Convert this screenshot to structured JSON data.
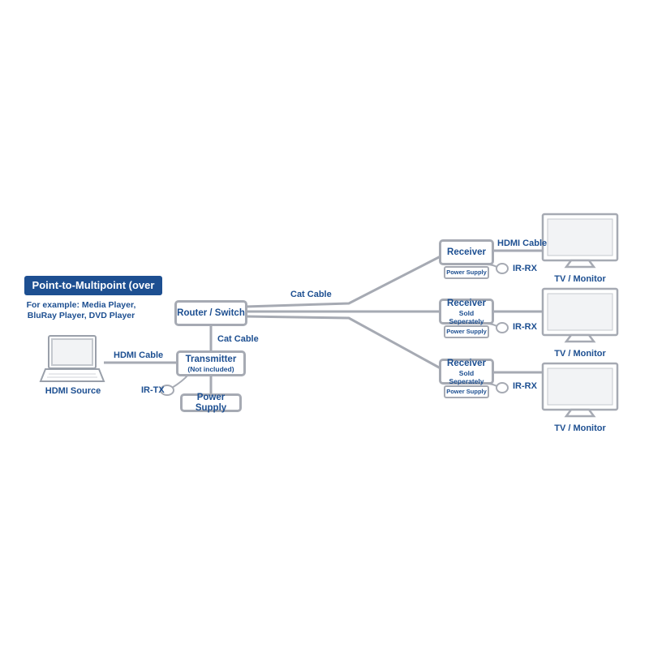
{
  "title": "Point-to-Multipoint (over IP)",
  "example_note": "For example: Media Player, BluRay Player, DVD Player",
  "hdmi_source_label": "HDMI Source",
  "hdmi_cable_label_left": "HDMI Cable",
  "transmitter": {
    "label": "Transmitter",
    "sub": "(Not included)"
  },
  "ir_tx_label": "IR-TX",
  "power_supply_label": "Power Supply",
  "router_label": "Router / Switch",
  "cat_cable_vertical_label": "Cat Cable",
  "cat_cable_top_label": "Cat Cable",
  "receivers": [
    {
      "label": "Receiver",
      "sub": "",
      "power_label": "Power Supply",
      "ir_label": "IR-RX",
      "hdmi_label": "HDMI Cable",
      "tv_label": "TV / Monitor"
    },
    {
      "label": "Receiver",
      "sub": "Sold Seperately",
      "power_label": "Power Supply",
      "ir_label": "IR-RX",
      "hdmi_label": "",
      "tv_label": "TV / Monitor"
    },
    {
      "label": "Receiver",
      "sub": "Sold Seperately",
      "power_label": "Power Supply",
      "ir_label": "IR-RX",
      "hdmi_label": "",
      "tv_label": "TV / Monitor"
    }
  ],
  "colors": {
    "text": "#1d4f91",
    "line": "#a6aab3",
    "badge": "#1d4f91"
  }
}
